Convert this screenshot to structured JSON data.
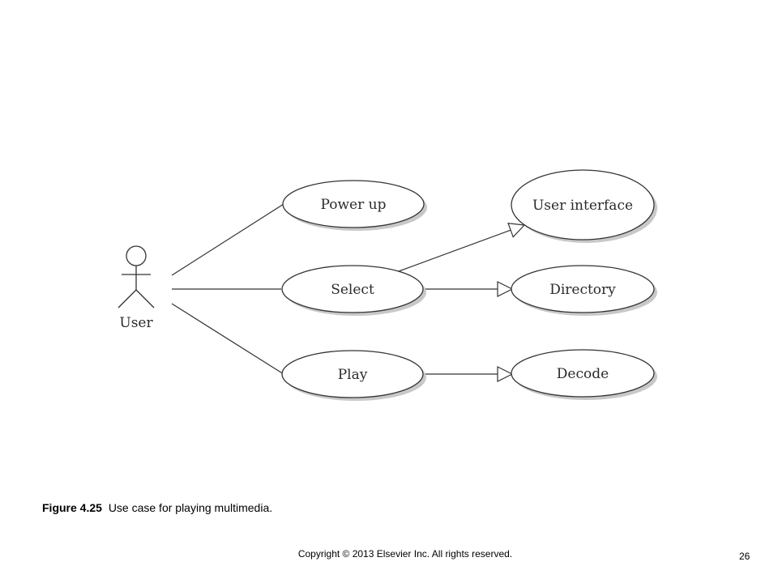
{
  "diagram": {
    "actor": {
      "label": "User"
    },
    "use_cases": {
      "power_up": "Power up",
      "select": "Select",
      "play": "Play",
      "user_interface": "User interface",
      "directory": "Directory",
      "decode": "Decode"
    }
  },
  "caption": {
    "figure_number": "Figure 4.25",
    "text": "Use case for playing multimedia."
  },
  "footer": {
    "copyright": "Copyright © 2013 Elsevier Inc. All rights reserved.",
    "page_number": "26"
  }
}
